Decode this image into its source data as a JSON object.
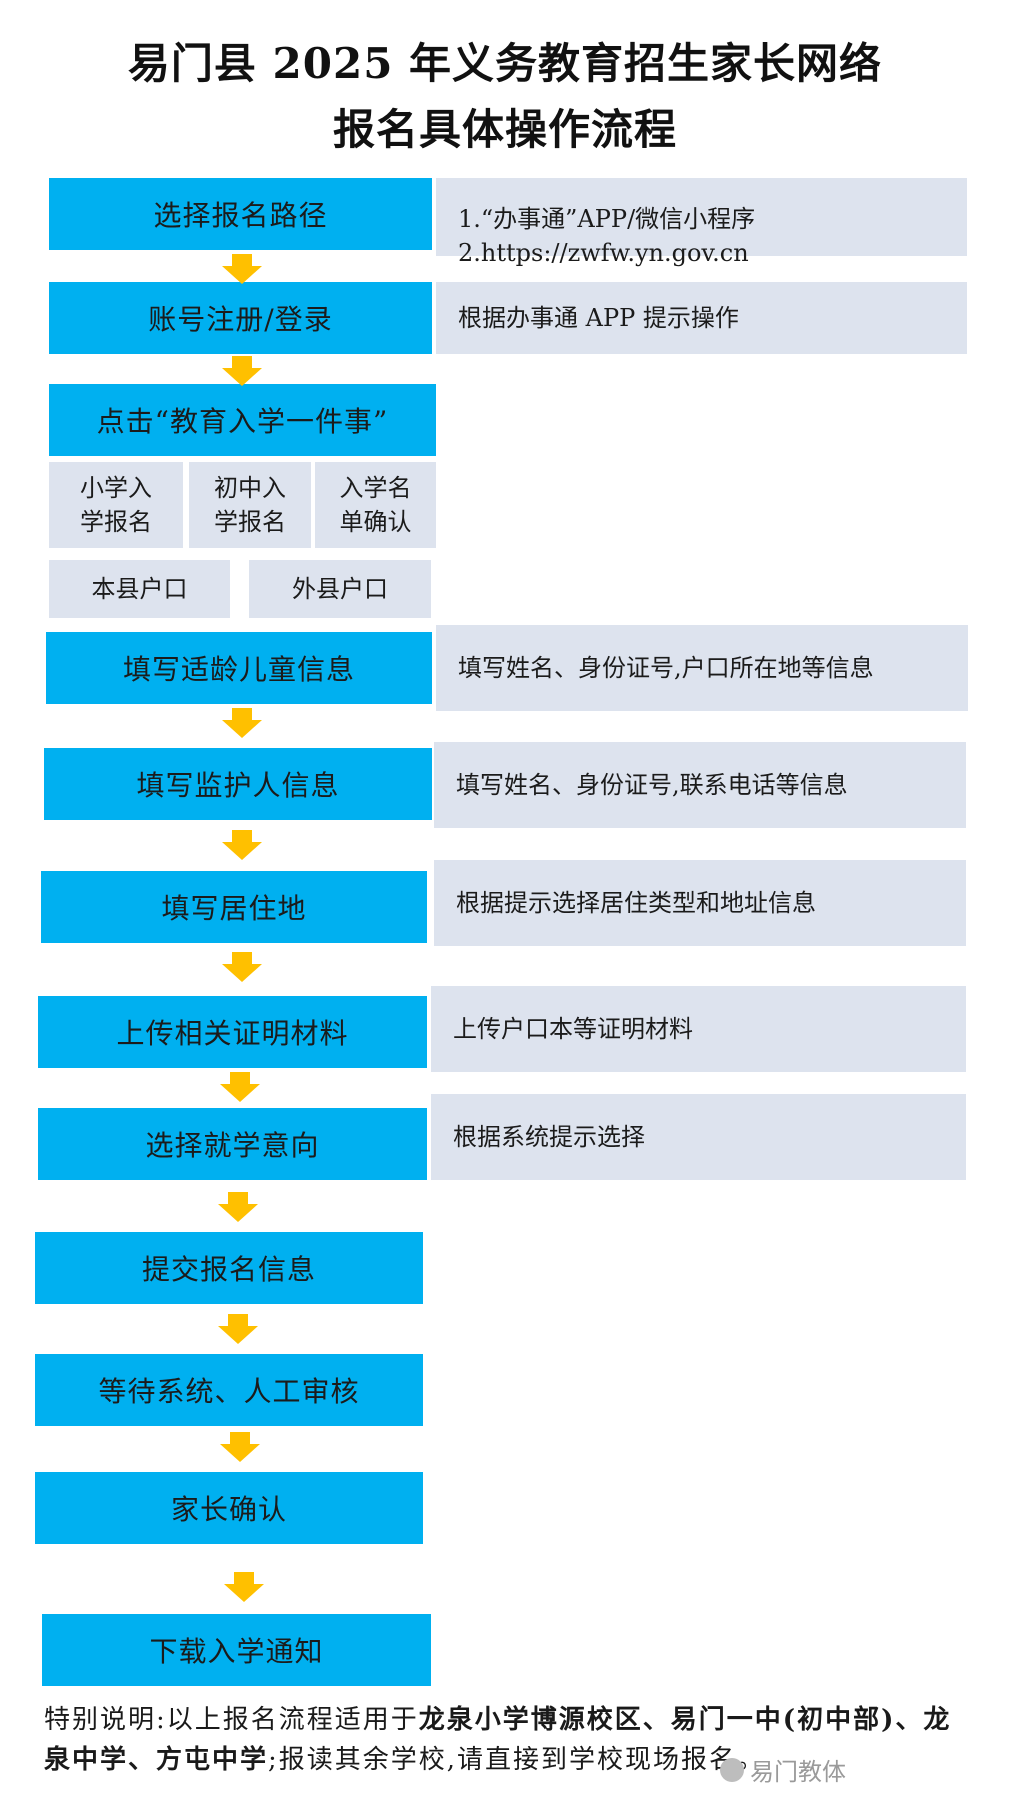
{
  "title": {
    "line1": "易门县 2025 年义务教育招生家长网络",
    "line2": "报名具体操作流程"
  },
  "steps": [
    {
      "label": "选择报名路径"
    },
    {
      "label": "账号注册/登录"
    },
    {
      "label": "点击“教育入学一件事”"
    },
    {
      "label": "填写适龄儿童信息"
    },
    {
      "label": "填写监护人信息"
    },
    {
      "label": "填写居住地"
    },
    {
      "label": "上传相关证明材料"
    },
    {
      "label": "选择就学意向"
    },
    {
      "label": "提交报名信息"
    },
    {
      "label": "等待系统、人工审核"
    },
    {
      "label": "家长确认"
    },
    {
      "label": "下载入学通知"
    }
  ],
  "descriptions": {
    "path_line1": "1.“办事通”APP/微信小程序",
    "path_line2": "2.https://zwfw.yn.gov.cn",
    "login": "根据办事通 APP 提示操作",
    "child_info": "填写姓名、身份证号,户口所在地等信息",
    "guardian_info": "填写姓名、身份证号,联系电话等信息",
    "residence": "根据提示选择居住类型和地址信息",
    "upload": "上传户口本等证明材料",
    "intention": "根据系统提示选择"
  },
  "sub_options": {
    "primary_a": "小学入",
    "primary_b": "学报名",
    "junior_a": "初中入",
    "junior_b": "学报名",
    "confirm_a": "入学名",
    "confirm_b": "单确认",
    "local": "本县户口",
    "other": "外县户口"
  },
  "note": {
    "prefix": "特别说明:以上报名流程适用于",
    "bold": "龙泉小学博源校区、易门一中(初中部)、龙泉中学、方屯中学",
    "suffix": ";报读其余学校,请直接到学校现场报名。"
  },
  "watermark": "易门教体",
  "colors": {
    "step_fill": "#00B0F0",
    "desc_fill": "#DDE3EE",
    "arrow_fill": "#FFC000"
  }
}
